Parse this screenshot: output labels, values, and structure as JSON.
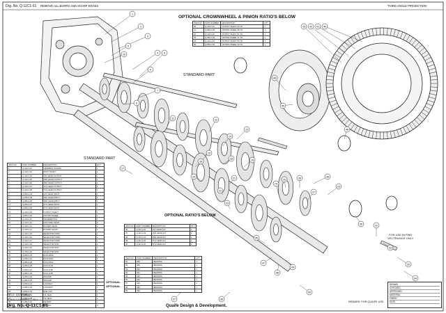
{
  "header": {
    "dwg_no": "Drg. No. Q-11C1-01",
    "remove_burrs": "REMOVE ALL BURRS AND SHARP EDGES",
    "projection": "THIRD ANGLE PROJECTION"
  },
  "titles": {
    "optional_crownwheel": "OPTIONAL CROWNWHEEL & PINION RATIO'S BELOW",
    "standard_part_1": "STANDARD PART",
    "standard_part_2": "STANDARD PART",
    "optional_ratios": "OPTIONAL RATIO'S BELOW",
    "optional_1": "OPTIONAL",
    "optional_2": "OPTIONAL"
  },
  "crownwheel_table": {
    "header": [
      "ITEM NO.",
      "PART NUMBER",
      "DESCRIPTION",
      "QTY."
    ],
    "rows": [
      [
        "40",
        "Q-11C1-22",
        "OUTPUT SHAFT 50 TH",
        "1"
      ],
      [
        "41",
        "Q-86C1-48",
        "CROWN WHEEL 50 TH",
        "1"
      ],
      [
        "42",
        "Q-11C1-22",
        "OUTPUT SHAFT 51 TH",
        "1"
      ],
      [
        "43",
        "Q-86C1-49",
        "CROWN WHEEL 51 TH",
        "1"
      ],
      [
        "44",
        "Q-11C1-22",
        "OUTPUT SHAFT 52 TH",
        "1"
      ],
      [
        "45",
        "Q-86C1-50",
        "CROWN WHEEL 52 TH",
        "1"
      ]
    ]
  },
  "parts_table": {
    "header": [
      "ITEM NO.",
      "PART NUMBER",
      "DESCRIPTION",
      "QTY."
    ],
    "rows": [
      [
        "1",
        "Q-11C1-02",
        "GEARBOX CASING",
        "1"
      ],
      [
        "2",
        "Q-11C1-03",
        "INPUT SHAFT",
        "1"
      ],
      [
        "3",
        "Q-11C1-04",
        "1ST GEAR OUTPUT",
        "1"
      ],
      [
        "4",
        "Q-11C1-05",
        "2ND GEAR OUTPUT",
        "1"
      ],
      [
        "5",
        "Q-11C1-06",
        "3RD GEAR OUTPUT",
        "1"
      ],
      [
        "6",
        "Q-11C1-07",
        "4TH GEAR OUTPUT",
        "1"
      ],
      [
        "7",
        "Q-11C1-08",
        "5TH GEAR OUTPUT",
        "1"
      ],
      [
        "8",
        "Q-86C1-04",
        "1ST GEAR INPUT",
        "1"
      ],
      [
        "9",
        "Q-86C1-05",
        "2ND GEAR INPUT",
        "1"
      ],
      [
        "10",
        "Q-86C1-06",
        "3RD GEAR INPUT",
        "1"
      ],
      [
        "11",
        "Q-86C1-07",
        "4TH GEAR INPUT",
        "1"
      ],
      [
        "12",
        "Q-86C1-08",
        "5TH GEAR INPUT",
        "1"
      ],
      [
        "13",
        "Q-11C1-09",
        "OUTPUT SHAFT",
        "1"
      ],
      [
        "14",
        "Q-86C1-10",
        "CROWN WHEEL",
        "1"
      ],
      [
        "15",
        "Q-11C1-11",
        "DIFFERENTIAL",
        "1"
      ],
      [
        "16",
        "Q-11C1-12",
        "DIFF SIDE GEAR",
        "2"
      ],
      [
        "17",
        "Q-11C1-13",
        "PLANET GEAR",
        "2"
      ],
      [
        "18",
        "Q-11C1-14",
        "PLANET SHAFT",
        "1"
      ],
      [
        "19",
        "Q-11C1-15",
        "SELECTOR FORK",
        "1"
      ],
      [
        "20",
        "Q-11C1-16",
        "SELECTOR FORK",
        "1"
      ],
      [
        "21",
        "Q-11C1-17",
        "SELECTOR FORK",
        "1"
      ],
      [
        "22",
        "Q-11C1-18",
        "SELECTOR ROD",
        "1"
      ],
      [
        "23",
        "Q-11C1-19",
        "SELECTOR ROD",
        "1"
      ],
      [
        "24",
        "Q-11C1-20",
        "SELECTOR ROD",
        "1"
      ],
      [
        "25",
        "Q-86C1-23",
        "DOG RING",
        "1"
      ],
      [
        "26",
        "Q-86C1-24",
        "DOG RING",
        "1"
      ],
      [
        "27",
        "Q-86C1-25",
        "DOG RING",
        "1"
      ],
      [
        "28",
        "Q-86C1-26",
        "DOG HUB",
        "1"
      ],
      [
        "29",
        "Q-86C1-27",
        "DOG HUB",
        "1"
      ],
      [
        "30",
        "Q-86C1-28",
        "DOG HUB",
        "1"
      ],
      [
        "31",
        "Q-86C1-29",
        "SPACER",
        "1"
      ],
      [
        "32",
        "Q-86C1-30",
        "SPACER",
        "1"
      ],
      [
        "33",
        "Q-86C1-31",
        "LOCKNUT",
        "1"
      ],
      [
        "34",
        "Q-86C1-32",
        "LOCKNUT",
        "1"
      ],
      [
        "35",
        "Q-86C1-33",
        "END CAP",
        "1"
      ],
      [
        "36",
        "Q-86C1-34",
        "OIL SEAL",
        "1"
      ],
      [
        "37",
        "Q-86C1-35",
        "OIL SEAL",
        "1"
      ],
      [
        "38",
        "Q-86C1-36",
        "DETENT",
        "3"
      ],
      [
        "39",
        "Q-86C1-37",
        "SPRING",
        "3"
      ]
    ]
  },
  "ratio_table": {
    "header": [
      "ITEM NO.",
      "PART NUMBER",
      "DESCRIPTION",
      "QTY."
    ],
    "rows": [
      [
        "46",
        "Q-11C1-22",
        "1ST GEAR ALT",
        "1"
      ],
      [
        "47",
        "Q-11C1-23",
        "2ND GEAR ALT",
        "1"
      ],
      [
        "48",
        "Q-11C1-24",
        "3RD GEAR ALT",
        "1"
      ],
      [
        "49",
        "Q-11C1-25",
        "4TH GEAR ALT",
        "1"
      ],
      [
        "50",
        "Q-11C1-26",
        "5TH GEAR ALT",
        "1"
      ]
    ]
  },
  "bearing_table": {
    "header": [
      "ITEM NO.",
      "PART NUMBER",
      "DESCRIPTION",
      "QTY."
    ],
    "rows": [
      [
        "51",
        "988",
        "BEARING",
        "1"
      ],
      [
        "52",
        "989",
        "BEARING",
        "1"
      ],
      [
        "53",
        "990",
        "BEARING",
        "1"
      ],
      [
        "54",
        "991",
        "BEARING",
        "1"
      ],
      [
        "55",
        "992",
        "BEARING",
        "1"
      ],
      [
        "56",
        "993",
        "BEARING",
        "1"
      ],
      [
        "57",
        "994",
        "BEARING",
        "1"
      ],
      [
        "58",
        "995",
        "BEARING",
        "1"
      ],
      [
        "59",
        "996",
        "BEARING",
        "1"
      ]
    ]
  },
  "title_block": {
    "title": "TITLE: ASSEMBLY",
    "scale": "SCALE 1:2.5   SHEET 1 OF 1",
    "dwg_no": "Drg. No. Q-11C1-01",
    "company": "Quaife Design & Development.",
    "remark": "REMARK: FOR QUAIFE USE",
    "info_lines": [
      "DRAWN",
      "CHECKED",
      "APPROVED",
      "MATERIAL",
      "FINISH",
      "DATE"
    ],
    "for_use": "FOR USE IN FWD\nVECTRA BOX ONLY"
  },
  "balloons": [
    "1",
    "2",
    "3",
    "4",
    "5",
    "6",
    "7",
    "8",
    "9",
    "10",
    "11",
    "12",
    "13",
    "14",
    "15",
    "16",
    "17",
    "18",
    "19",
    "20",
    "21",
    "22",
    "23",
    "24",
    "25",
    "26",
    "27",
    "28",
    "29",
    "30",
    "31",
    "32",
    "33",
    "34",
    "35",
    "36",
    "37",
    "38",
    "39",
    "40",
    "41",
    "42",
    "43",
    "44",
    "45",
    "46",
    "47",
    "48",
    "49",
    "50"
  ]
}
